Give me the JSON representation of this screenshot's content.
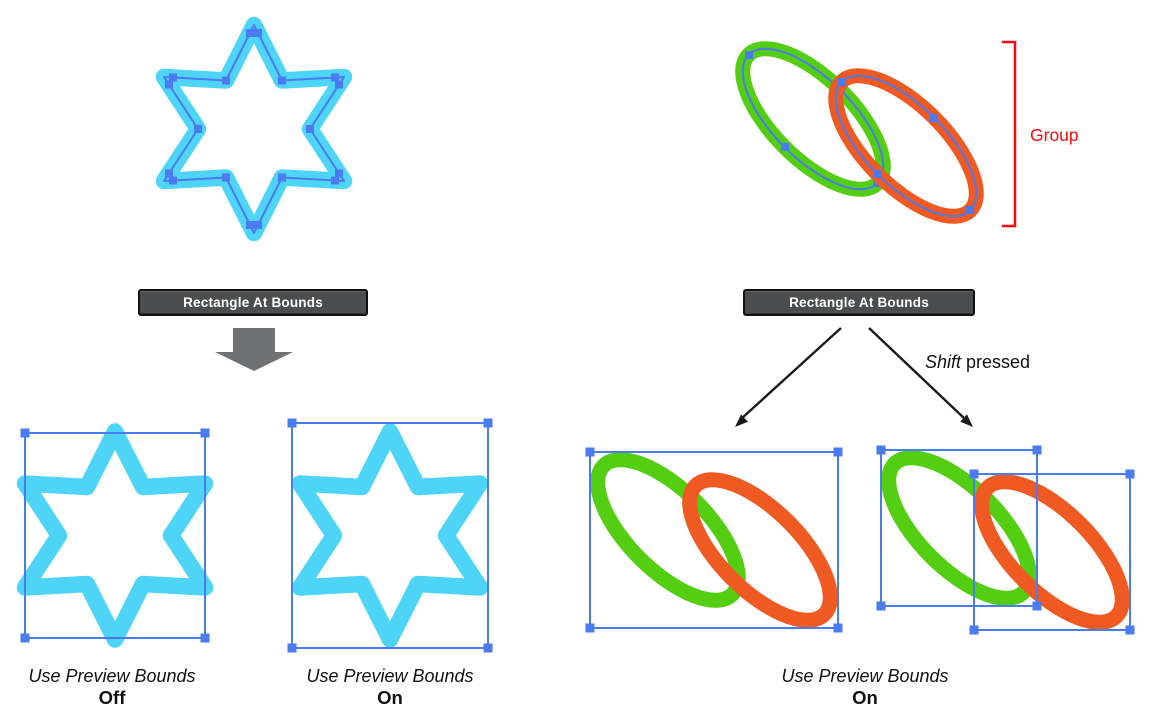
{
  "buttons": {
    "rectangle_at_bounds": "Rectangle At Bounds"
  },
  "labels": {
    "group": "Group",
    "shift": "Shift",
    "pressed": " pressed",
    "use_preview_bounds": "Use Preview Bounds",
    "off": "Off",
    "on": "On"
  },
  "icons": {
    "down_block_arrow": "down-block-arrow",
    "arrow_left": "diagonal-arrow-left",
    "arrow_right": "diagonal-arrow-right",
    "group_bracket": "group-bracket"
  },
  "colors": {
    "cyan": "#4ED4F7",
    "selection_blue": "#4A7BF0",
    "green": "#53CE12",
    "orange": "#EF5A22",
    "red": "#F50D0D",
    "gray_arrow": "#6F7173",
    "arrow_black": "#1A1A1A",
    "button_bg": "#4B4D4F",
    "button_border": "#121212",
    "button_text": "#FFFFFF",
    "text": "#111111"
  }
}
